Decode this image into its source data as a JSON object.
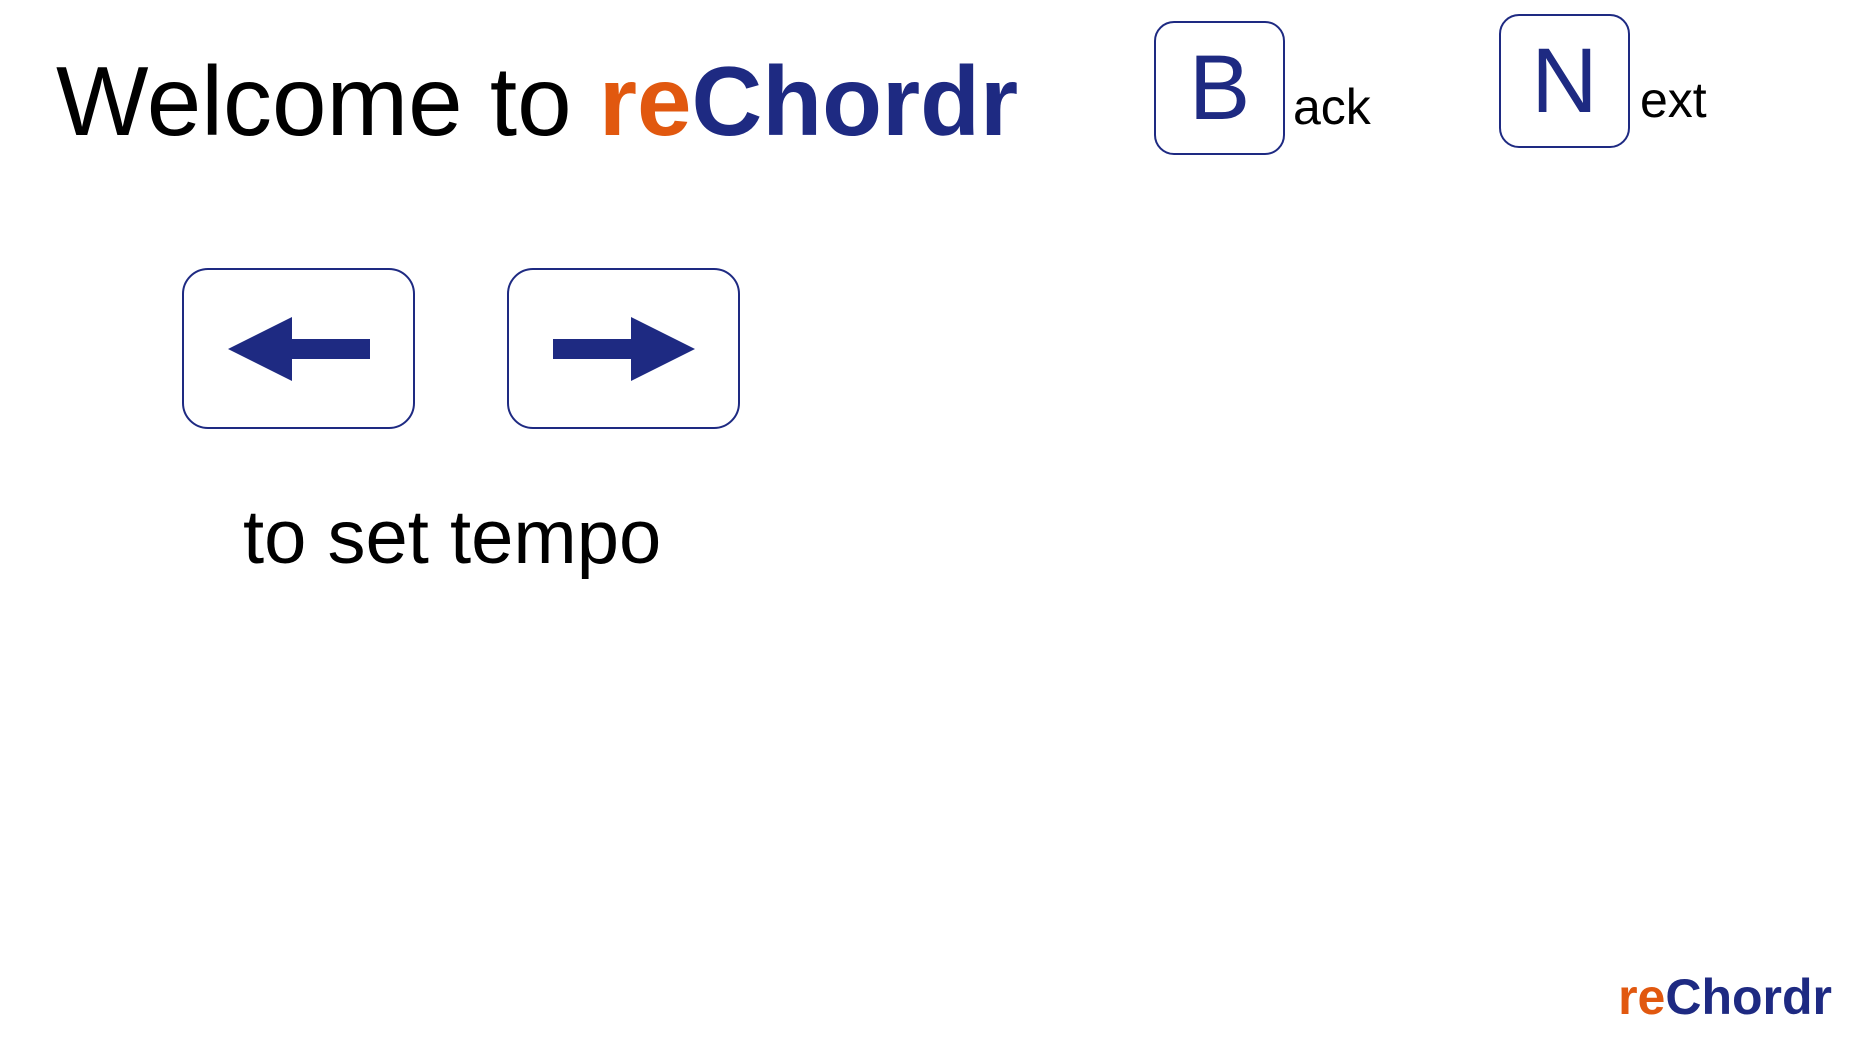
{
  "header": {
    "welcome_text": "Welcome to ",
    "brand_part1": "re",
    "brand_part2": "Chordr"
  },
  "controls": {
    "back": {
      "key": "B",
      "suffix": "ack"
    },
    "next": {
      "key": "N",
      "suffix": "ext"
    }
  },
  "tempo": {
    "left_arrow_icon": "arrow-left-icon",
    "right_arrow_icon": "arrow-right-icon",
    "instruction": "to set tempo"
  },
  "footer": {
    "brand_part1": "re",
    "brand_part2": "Chordr"
  },
  "colors": {
    "brand_orange": "#e1580f",
    "brand_navy": "#1e2a82",
    "text": "#000000",
    "background": "#ffffff"
  }
}
